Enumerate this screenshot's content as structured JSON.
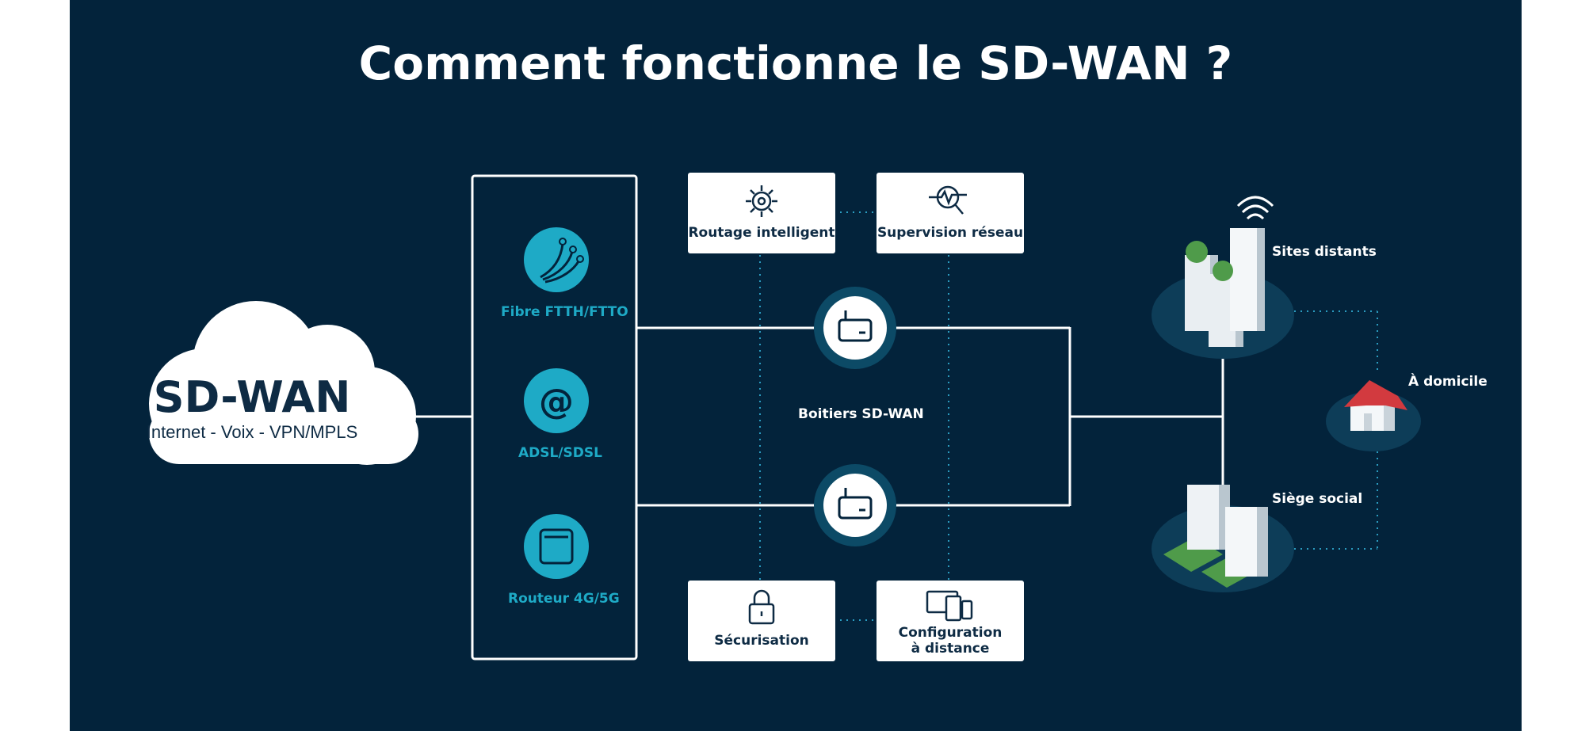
{
  "title": "Comment fonctionne le SD-WAN ?",
  "cloud": {
    "title": "SD-WAN",
    "subtitle": "Internet - Voix - VPN/MPLS"
  },
  "access": [
    {
      "label": "Fibre FTTH/FTTO",
      "icon": "fiber-icon"
    },
    {
      "label": "ADSL/SDSL",
      "icon": "at-icon"
    },
    {
      "label": "Routeur 4G/5G",
      "icon": "router-icon"
    }
  ],
  "features": {
    "routing": "Routage intelligent",
    "supervision": "Supervision réseau",
    "security": "Sécurisation",
    "config_line1": "Configuration",
    "config_line2": "à distance"
  },
  "boxes_label": "Boitiers SD-WAN",
  "sites": {
    "remote": "Sites distants",
    "home": "À domicile",
    "hq": "Siège social"
  },
  "colors": {
    "background": "#03233b",
    "accent": "#1eaac6",
    "line": "#ffffff",
    "text_dark": "#0e2b44",
    "roof": "#d23a3f"
  }
}
